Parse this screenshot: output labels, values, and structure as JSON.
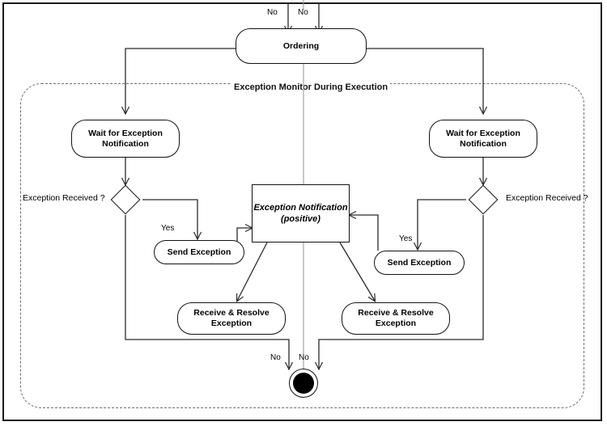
{
  "diagram": {
    "type": "uml-activity-diagram",
    "title_label": "Exception Monitor During Execution",
    "nodes": {
      "ordering": "Ordering",
      "wait_left": "Wait for Exception\nNotification",
      "wait_right": "Wait for Exception\nNotification",
      "wait_left_line1": "Wait for Exception",
      "wait_left_line2": "Notification",
      "wait_right_line1": "Wait for Exception",
      "wait_right_line2": "Notification",
      "send_left": "Send Exception",
      "send_right": "Send Exception",
      "receive_left_line1": "Receive & Resolve",
      "receive_left_line2": "Exception",
      "receive_right_line1": "Receive & Resolve",
      "receive_right_line2": "Exception",
      "notification_line1": "Exception Notification",
      "notification_line2": "(positive)"
    },
    "decisions": {
      "left_label": "Exception Received ?",
      "right_label": "Exception Received ?"
    },
    "edge_labels": {
      "top_no_left": "No",
      "top_no_right": "No",
      "yes_left": "Yes",
      "yes_right": "Yes",
      "bottom_no_left": "No",
      "bottom_no_right": "No"
    },
    "colors": {
      "frame": "#1b1b1b",
      "partition_border": "#6e6e6e",
      "node_border": "#111111",
      "wire": "#2a2a2a",
      "final_node": "#000000",
      "background": "#ffffff"
    }
  }
}
